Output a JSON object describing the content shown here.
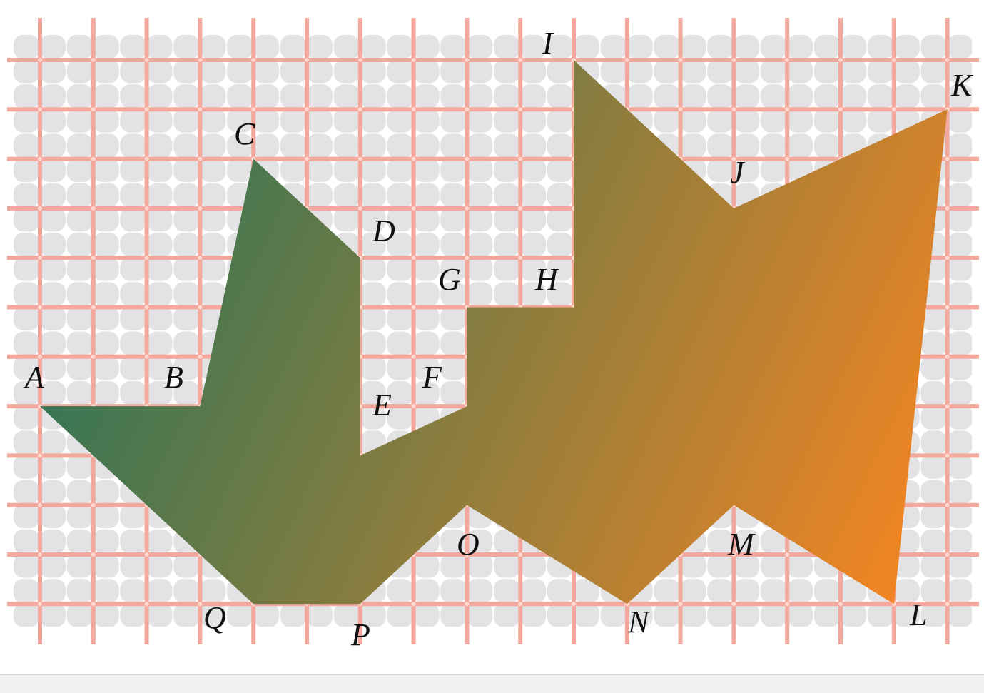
{
  "figure": {
    "fill_gradient": {
      "start_color": "#2e7556",
      "end_color": "#f28523"
    },
    "grid_color": "#f2a89c",
    "tile_color": "#e3e3e5",
    "vertices": [
      {
        "label": "A",
        "col": 0,
        "row": 7
      },
      {
        "label": "B",
        "col": 3,
        "row": 7
      },
      {
        "label": "C",
        "col": 4,
        "row": 2
      },
      {
        "label": "D",
        "col": 6,
        "row": 4
      },
      {
        "label": "E",
        "col": 6,
        "row": 8
      },
      {
        "label": "F",
        "col": 8,
        "row": 7
      },
      {
        "label": "G",
        "col": 8,
        "row": 5
      },
      {
        "label": "H",
        "col": 10,
        "row": 5
      },
      {
        "label": "I",
        "col": 10,
        "row": 0
      },
      {
        "label": "J",
        "col": 13,
        "row": 3
      },
      {
        "label": "K",
        "col": 17,
        "row": 1
      },
      {
        "label": "L",
        "col": 16,
        "row": 11
      },
      {
        "label": "M",
        "col": 13,
        "row": 9
      },
      {
        "label": "N",
        "col": 11,
        "row": 11
      },
      {
        "label": "O",
        "col": 8,
        "row": 9
      },
      {
        "label": "P",
        "col": 6,
        "row": 11
      },
      {
        "label": "Q",
        "col": 4,
        "row": 11
      }
    ]
  }
}
